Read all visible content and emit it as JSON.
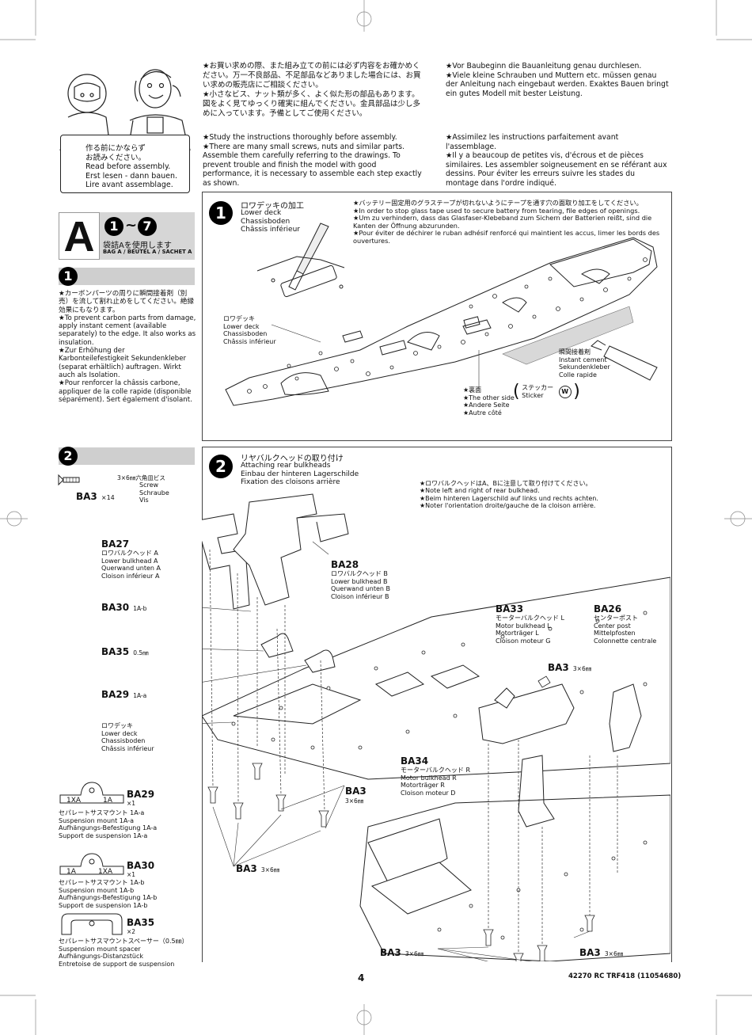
{
  "read_before": {
    "lines": "作る前にかならず\nお読みください。\nRead before assembly.\nErst lesen - dann bauen.\nLire avant assemblage."
  },
  "intro": {
    "jp": "★お買い求めの際、また組み立ての前には必ず内容をお確かめください。万一不良部品、不足部品などありました場合には、お買い求めの販売店にご相談ください。\n★小さなビス、ナット類が多く、よく似た形の部品もあります。図をよく見てゆっくり確実に組んでください。金具部品は少し多めに入っています。予備としてご使用ください。",
    "en": "★Study the instructions thoroughly before assembly.\n★There are many small screws, nuts and similar parts. Assemble them carefully referring to the drawings. To prevent trouble and finish the model with good performance, it is necessary to assemble each step exactly as shown.",
    "de": "★Vor Baubeginn die Bauanleitung genau durchlesen.\n★Viele kleine Schrauben und Muttern etc. müssen genau der Anleitung nach eingebaut werden. Exaktes Bauen bringt ein gutes Modell mit bester Leistung.",
    "fr": "★Assimilez les instructions parfaitement avant l'assemblage.\n★Il y a beaucoup de petites vis, d'écrous et de pièces similaires. Les assembler soigneusement en se référant aux dessins. Pour éviter les erreurs suivre les stades du montage dans l'ordre indiqué."
  },
  "section_a": {
    "letter": "A",
    "range_start": "1",
    "tilde": "~",
    "range_end": "7",
    "bag_jp": "袋詰Aを使用します",
    "bag": "BAG A / BEUTEL A / SACHET A"
  },
  "step1_side": {
    "num": "1",
    "notes": "★カーボンパーツの周りに瞬間接着剤（別売）を流して割れ止めをしてください。絶縁効果にもなります。\n★To prevent carbon parts from damage, apply instant cement (available separately) to the edge. It also works as insulation.\n★Zur Erhöhung der Karbonteilefestigkeit Sekundenkleber (separat erhältlich) auftragen. Wirkt auch als Isolation.\n★Pour renforcer la châssis carbone, appliquer de la colle rapide (disponible séparément). Sert également d'isolant."
  },
  "step1": {
    "num": "1",
    "title_jp": "ロワデッキの加工",
    "title": "Lower deck\nChassisboden\nChâssis inférieur",
    "notes": "★バッテリー固定用のグラステープが切れないようにテープを通す穴の面取り加工をしてください。\n★In order to stop glass tape used to secure battery from tearing, file edges of openings.\n★Um zu verhindern, dass das Glasfaser-Klebeband zum Sichern der Batterien reißt, sind die Kanten der Öffnung abzurunden.\n★Pour éviter de déchirer le ruban adhésif renforcé qui maintient les accus, limer les bords des ouvertures.",
    "lower_deck": "ロワデッキ\nLower deck\nChassisboden\nChâssis inférieur",
    "cement": "瞬間接着剤\nInstant cement\nSekundenkleber\nColle rapide",
    "other_side": "★裏面\n★The other side\n★Andere Seite\n★Autre côté",
    "sticker_jp": "ステッカー",
    "sticker": "Sticker",
    "sticker_code": "W"
  },
  "step2_side": {
    "num": "2",
    "screw_jp": "3×6㎜六角皿ビス",
    "screw": "Screw\nSchraube\nVis",
    "screw_code": "BA3",
    "screw_qty": "×14",
    "parts": [
      {
        "code": "BA29",
        "qty": "×1",
        "tags": [
          "1XA",
          "1A"
        ],
        "desc": "セパレートサスマウント 1A-a\nSuspension mount 1A-a\nAufhängungs-Befestigung 1A-a\nSupport de suspension 1A-a"
      },
      {
        "code": "BA30",
        "qty": "×1",
        "tags": [
          "1A",
          "1XA"
        ],
        "desc": "セパレートサスマウント 1A-b\nSuspension mount 1A-b\nAufhängungs-Befestigung 1A-b\nSupport de suspension 1A-b"
      },
      {
        "code": "BA35",
        "qty": "×2",
        "tags": [],
        "desc": "セパレートサスマウントスペーサー（0.5㎜）\nSuspension mount spacer\nAufhängungs-Distanzstück\nEntretoise de support de suspension"
      }
    ]
  },
  "step2": {
    "num": "2",
    "title_jp": "リヤバルクヘッドの取り付け",
    "title": "Attaching rear bulkheads\nEinbau der hinteren Lagerschilde\nFixation des cloisons arrière",
    "notes": "★ロワバルクヘッドはA、Bに注意して取り付けてください。\n★Note left and right of rear bulkhead.\n★Beim hinteren Lagerschild auf links und rechts achten.\n★Noter l'orientation droite/gauche de la cloison arrière.",
    "ba27_code": "BA27",
    "ba27_desc": "ロワバルクヘッド A\nLower bulkhead A\nQuerwand unten A\nCloison inférieur A",
    "ba28_code": "BA28",
    "ba28_desc": "ロワバルクヘッド B\nLower bulkhead B\nQuerwand unten B\nCloison inférieur B",
    "ba30_code": "BA30",
    "ba30_sub": "1A-b",
    "ba35_code": "BA35",
    "ba35_sub": "0.5㎜",
    "ba29_code": "BA29",
    "ba29_sub": "1A-a",
    "lower_deck": "ロワデッキ\nLower deck\nChassisboden\nChâssis inférieur",
    "ba3_code": "BA3",
    "ba3_sub": "3×6㎜",
    "ba33_code": "BA33",
    "ba33_desc": "モーターバルクヘッド L\nMotor bulkhead L\nMotorträger L\nCloison moteur G",
    "ba26_code": "BA26",
    "ba26_desc": "センターポスト\nCenter post\nMittelpfosten\nColonnette centrale",
    "ba34_code": "BA34",
    "ba34_desc": "モーターバルクヘッド R\nMotor bulkhead R\nMotorträger R\nCloison moteur D"
  },
  "footer": {
    "page": "4",
    "code": "42270 RC TRF418 (11054680)"
  }
}
